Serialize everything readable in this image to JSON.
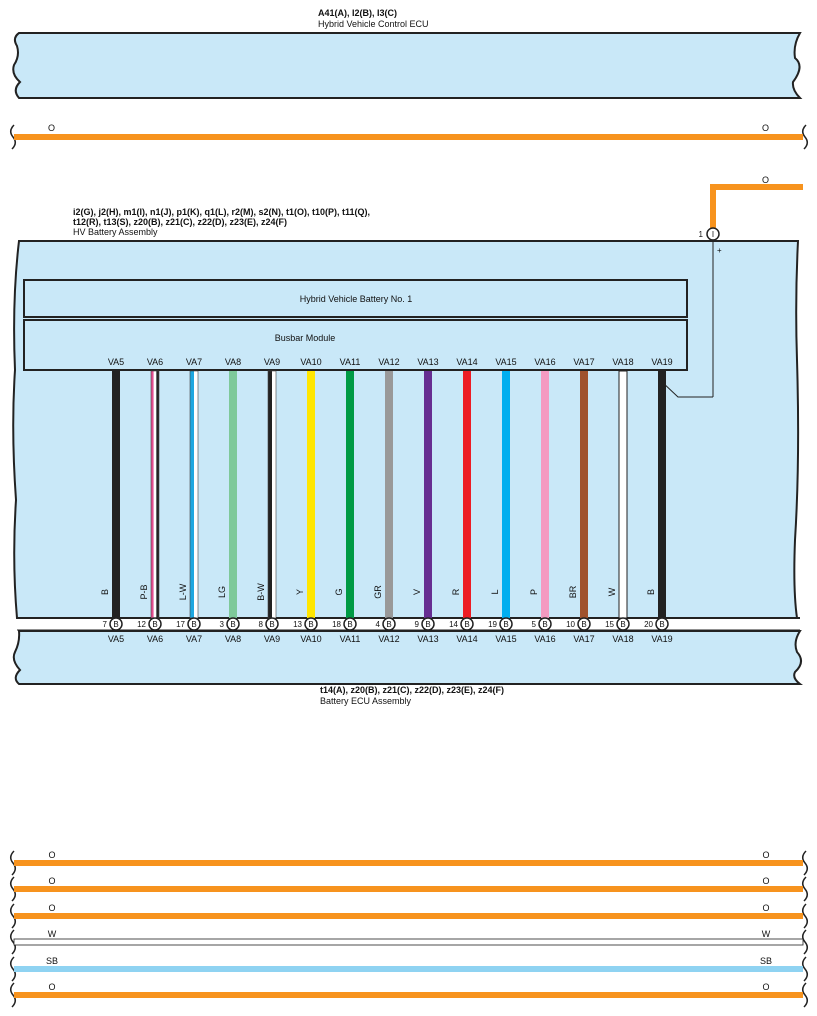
{
  "top_ecu": {
    "code": "A41(A), I2(B), I3(C)",
    "name": "Hybrid Vehicle Control ECU"
  },
  "top_wire": {
    "left_label": "O",
    "right_label": "O",
    "color": "#f7931e"
  },
  "positive_lead": {
    "color_label": "O",
    "pin": "1",
    "connector": "I",
    "polarity": "+"
  },
  "hv_battery": {
    "code_line1": "i2(G), j2(H), m1(I), n1(J), p1(K), q1(L), r2(M), s2(N), t1(O), t10(P), t11(Q),",
    "code_line2": "t12(R), t13(S), z20(B), z21(C), z22(D), z23(E), z24(F)",
    "name": "HV Battery Assembly",
    "sub1": "Hybrid Vehicle Battery No.  1",
    "sub2": "Busbar Module"
  },
  "wires": [
    {
      "top_label": "VA5",
      "color_code": "B",
      "pin": "7",
      "conn": "B",
      "bottom_label": "VA5",
      "stripes": [
        "#222222"
      ]
    },
    {
      "top_label": "VA6",
      "color_code": "P-B",
      "pin": "12",
      "conn": "B",
      "bottom_label": "VA6",
      "stripes": [
        "#e54c8e",
        "#ffffff",
        "#222222"
      ]
    },
    {
      "top_label": "VA7",
      "color_code": "L-W",
      "pin": "17",
      "conn": "B",
      "bottom_label": "VA7",
      "stripes": [
        "#1ea7e0",
        "#ffffff"
      ]
    },
    {
      "top_label": "VA8",
      "color_code": "LG",
      "pin": "3",
      "conn": "B",
      "bottom_label": "VA8",
      "stripes": [
        "#7ec99a"
      ]
    },
    {
      "top_label": "VA9",
      "color_code": "B-W",
      "pin": "8",
      "conn": "B",
      "bottom_label": "VA9",
      "stripes": [
        "#222222",
        "#ffffff"
      ]
    },
    {
      "top_label": "VA10",
      "color_code": "Y",
      "pin": "13",
      "conn": "B",
      "bottom_label": "VA10",
      "stripes": [
        "#ffe600"
      ]
    },
    {
      "top_label": "VA11",
      "color_code": "G",
      "pin": "18",
      "conn": "B",
      "bottom_label": "VA11",
      "stripes": [
        "#009a44"
      ]
    },
    {
      "top_label": "VA12",
      "color_code": "GR",
      "pin": "4",
      "conn": "B",
      "bottom_label": "VA12",
      "stripes": [
        "#999999"
      ]
    },
    {
      "top_label": "VA13",
      "color_code": "V",
      "pin": "9",
      "conn": "B",
      "bottom_label": "VA13",
      "stripes": [
        "#662d91"
      ]
    },
    {
      "top_label": "VA14",
      "color_code": "R",
      "pin": "14",
      "conn": "B",
      "bottom_label": "VA14",
      "stripes": [
        "#ed1c24"
      ]
    },
    {
      "top_label": "VA15",
      "color_code": "L",
      "pin": "19",
      "conn": "B",
      "bottom_label": "VA15",
      "stripes": [
        "#00aeef"
      ]
    },
    {
      "top_label": "VA16",
      "color_code": "P",
      "pin": "5",
      "conn": "B",
      "bottom_label": "VA16",
      "stripes": [
        "#f49ac1"
      ]
    },
    {
      "top_label": "VA17",
      "color_code": "BR",
      "pin": "10",
      "conn": "B",
      "bottom_label": "VA17",
      "stripes": [
        "#a0522d"
      ]
    },
    {
      "top_label": "VA18",
      "color_code": "W",
      "pin": "15",
      "conn": "B",
      "bottom_label": "VA18",
      "stripes": [
        "#ffffff"
      ]
    },
    {
      "top_label": "VA19",
      "color_code": "B",
      "pin": "20",
      "conn": "B",
      "bottom_label": "VA19",
      "stripes": [
        "#222222"
      ]
    }
  ],
  "battery_ecu": {
    "code": "t14(A), z20(B), z21(C), z22(D), z23(E), z24(F)",
    "name": "Battery ECU Assembly"
  },
  "bottom_wires": [
    {
      "left_label": "O",
      "right_label": "O",
      "color": "#f7931e"
    },
    {
      "left_label": "O",
      "right_label": "O",
      "color": "#f7931e"
    },
    {
      "left_label": "O",
      "right_label": "O",
      "color": "#f7931e"
    },
    {
      "left_label": "W",
      "right_label": "W",
      "color": "#ffffff"
    },
    {
      "left_label": "SB",
      "right_label": "SB",
      "color": "#8fd3f2"
    },
    {
      "left_label": "O",
      "right_label": "O",
      "color": "#f7931e"
    }
  ],
  "colors": {
    "box_fill": "#c9e8f8",
    "outline": "#222222"
  }
}
